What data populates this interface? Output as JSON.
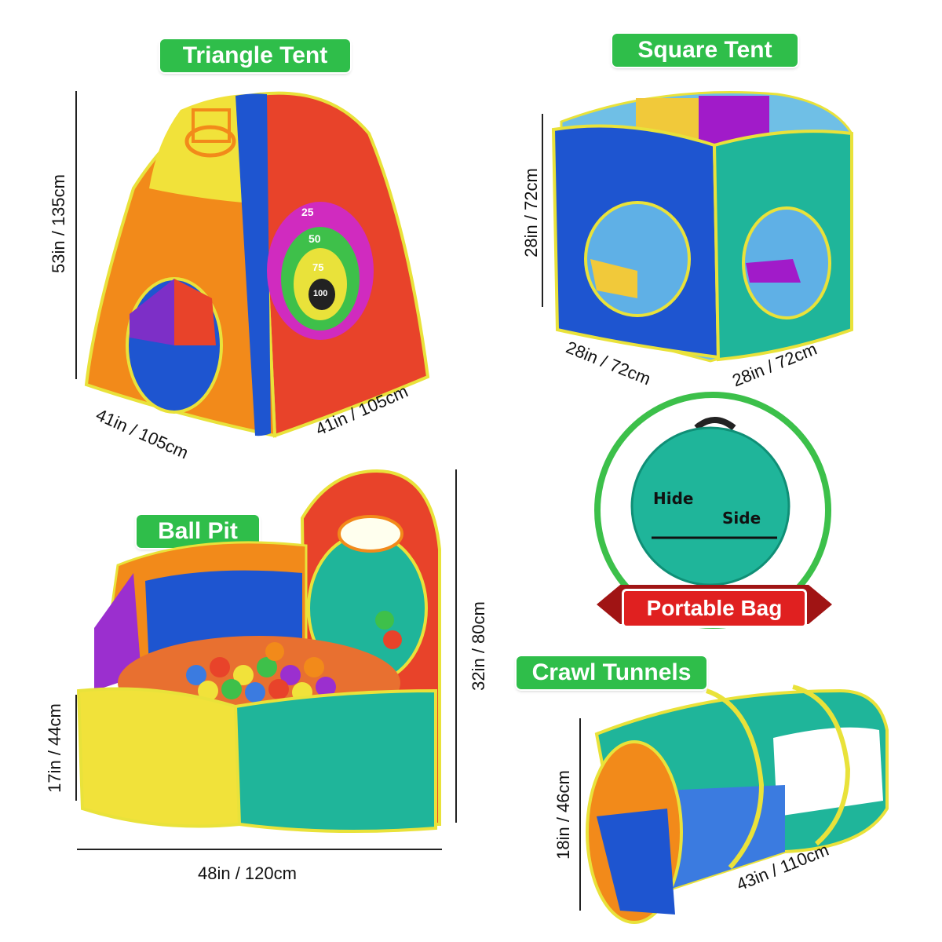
{
  "labels": {
    "triangle": "Triangle Tent",
    "square": "Square Tent",
    "ball_pit": "Ball Pit",
    "tunnels": "Crawl Tunnels",
    "bag": "Portable Bag"
  },
  "dimensions": {
    "triangle_height": "53in  / 135cm",
    "triangle_left": "41in / 105cm",
    "triangle_right": "41in / 105cm",
    "square_height": "28in  / 72cm",
    "square_left": "28in / 72cm",
    "square_right": "28in / 72cm",
    "pit_height": "17in  / 44cm",
    "pit_total_height": "32in  / 80cm",
    "pit_width": "48in  / 120cm",
    "tunnel_height": "18in  / 46cm",
    "tunnel_length": "43in / 110cm"
  },
  "target": {
    "r1": "25",
    "r2": "50",
    "r3": "75",
    "r4": "100"
  },
  "brand": {
    "part1": "Hide",
    "part2": "Side"
  },
  "colors": {
    "label_green": "#2fbe4a",
    "bag_red": "#e02020",
    "teal": "#1fb59a",
    "blue": "#1e55d0",
    "orange": "#f28a1a",
    "red": "#e8432a",
    "yellow": "#f1e23a",
    "purple": "#9b2fcf"
  }
}
